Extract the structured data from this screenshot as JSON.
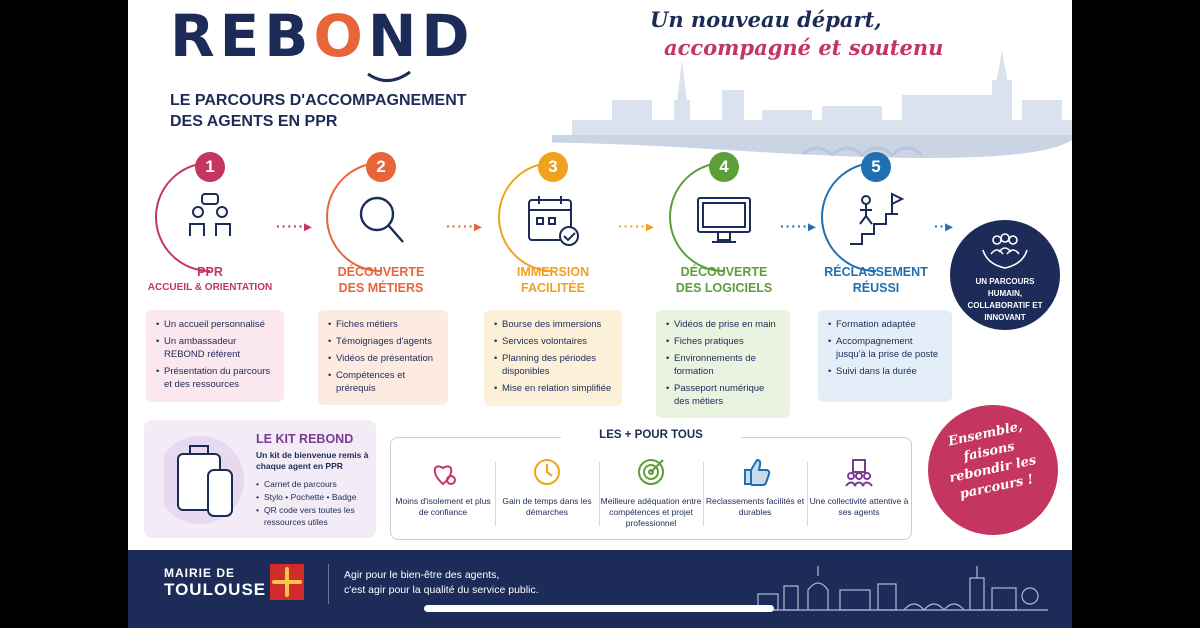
{
  "header": {
    "logo_pre": "REB",
    "logo_o": "O",
    "logo_post": "ND",
    "subtitle_line1": "LE PARCOURS D'ACCOMPAGNEMENT",
    "subtitle_line2": "DES AGENTS EN PPR",
    "tagline_line1": "Un nouveau départ,",
    "tagline_line2": "accompagné et soutenu"
  },
  "steps": [
    {
      "num": "1",
      "title": "PPR",
      "sub": "ACCUEIL & ORIENTATION",
      "color": "#c4355f",
      "box_bg": "#fbe7ee",
      "icon": "meeting-icon",
      "items": [
        "Un accueil personnalisé",
        "Un ambassadeur REBOND référent",
        "Présentation du parcours et des ressources"
      ]
    },
    {
      "num": "2",
      "title": "DÉCOUVERTE",
      "sub": "DES MÉTIERS",
      "color": "#e8653a",
      "box_bg": "#fdebe2",
      "icon": "magnifier-icon",
      "items": [
        "Fiches métiers",
        "Témoignages d'agents",
        "Vidéos de présentation",
        "Compétences et prérequis"
      ]
    },
    {
      "num": "3",
      "title": "IMMERSION",
      "sub": "FACILITÉE",
      "color": "#f0a21e",
      "box_bg": "#fdf0d9",
      "icon": "calendar-check-icon",
      "items": [
        "Bourse des immersions",
        "Services volontaires",
        "Planning des périodes disponibles",
        "Mise en relation simplifiée"
      ]
    },
    {
      "num": "4",
      "title": "DÉCOUVERTE",
      "sub": "DES LOGICIELS",
      "color": "#5b9e3a",
      "box_bg": "#e9f3e0",
      "icon": "monitor-icon",
      "items": [
        "Vidéos de prise en main",
        "Fiches pratiques",
        "Environnements de formation",
        "Passeport numérique des métiers"
      ]
    },
    {
      "num": "5",
      "title": "RÉCLASSEMENT",
      "sub": "RÉUSSI",
      "color": "#1f6fb2",
      "box_bg": "#e4eef8",
      "icon": "stairs-flag-icon",
      "items": [
        "Formation adaptée",
        "Accompagnement jusqu'à la prise de poste",
        "Suivi dans la durée"
      ]
    }
  ],
  "final_circle": {
    "text": "UN PARCOURS HUMAIN, COLLABORATIF ET INNOVANT"
  },
  "kit": {
    "title": "LE KIT REBOND",
    "intro": "Un kit de bienvenue remis à chaque agent en PPR",
    "items": [
      "Carnet de parcours",
      "Stylo • Pochette • Badge",
      "QR code vers toutes les ressources utiles"
    ]
  },
  "plus": {
    "title": "LES + POUR TOUS",
    "items": [
      {
        "text": "Moins d'isolement et plus de confiance",
        "icon": "heart-people-icon",
        "color": "#c4355f"
      },
      {
        "text": "Gain de temps dans les démarches",
        "icon": "clock-icon",
        "color": "#f0a21e"
      },
      {
        "text": "Meilleure adéquation entre compétences et projet professionnel",
        "icon": "target-icon",
        "color": "#5b9e3a"
      },
      {
        "text": "Reclassements facilités et durables",
        "icon": "thumbs-up-icon",
        "color": "#1f6fb2"
      },
      {
        "text": "Une collectivité attentive à ses agents",
        "icon": "group-building-icon",
        "color": "#7a3c92"
      }
    ]
  },
  "ensemble": {
    "text": "Ensemble, faisons rebondir les parcours !"
  },
  "footer": {
    "mairie": "MAIRIE DE",
    "toulouse": "TOULOUSE",
    "motto_line1": "Agir pour le bien-être des agents,",
    "motto_line2": "c'est agir pour la qualité du service public."
  }
}
